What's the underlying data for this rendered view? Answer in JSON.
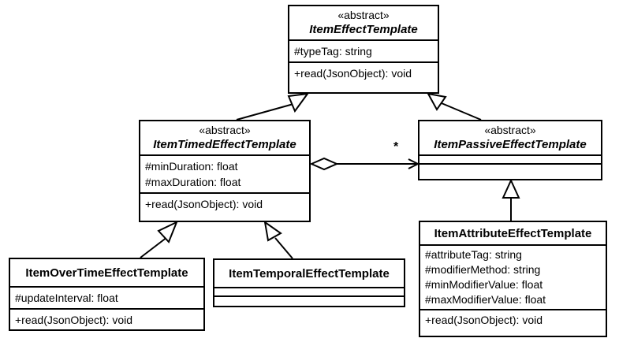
{
  "classes": {
    "item_effect": {
      "stereotype": "«abstract»",
      "name": "ItemEffectTemplate",
      "attributes": [
        "#typeTag: string"
      ],
      "operations": [
        "+read(JsonObject): void"
      ]
    },
    "item_timed": {
      "stereotype": "«abstract»",
      "name": "ItemTimedEffectTemplate",
      "attributes": [
        "#minDuration: float",
        "#maxDuration: float"
      ],
      "operations": [
        "+read(JsonObject): void"
      ]
    },
    "item_passive": {
      "stereotype": "«abstract»",
      "name": "ItemPassiveEffectTemplate",
      "attributes": [],
      "operations": []
    },
    "item_over_time": {
      "name": "ItemOverTimeEffectTemplate",
      "attributes": [
        "#updateInterval: float"
      ],
      "operations": [
        "+read(JsonObject): void"
      ]
    },
    "item_temporal": {
      "name": "ItemTemporalEffectTemplate",
      "attributes": [],
      "operations": []
    },
    "item_attribute": {
      "name": "ItemAttributeEffectTemplate",
      "attributes": [
        "#attributeTag: string",
        "#modifierMethod: string",
        "#minModifierValue: float",
        "#maxModifierValue: float"
      ],
      "operations": [
        "+read(JsonObject): void"
      ]
    }
  },
  "relationships": {
    "aggregation_multiplicity": "*"
  }
}
